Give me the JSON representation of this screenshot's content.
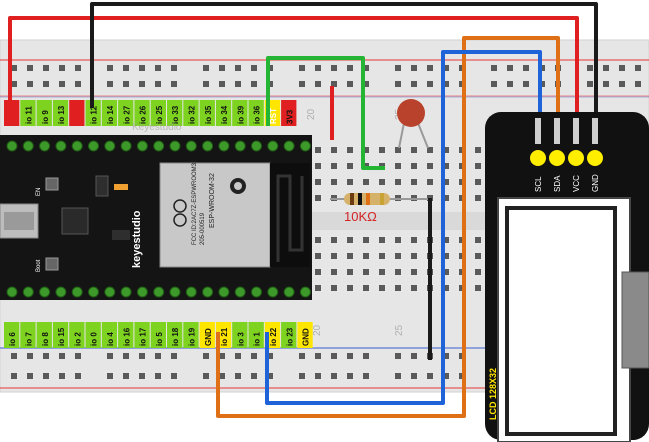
{
  "colors": {
    "breadboard": "#e6e6e6",
    "rail_red": "#e63434",
    "rail_blue": "#3a5fd0",
    "pcb": "#141414",
    "module_silver": "#c8c8c8",
    "pin_label_green": "#7ed321",
    "pin_label_yellow": "#ffe600",
    "pin_label_red": "#e02020",
    "lcd_body": "#111111",
    "lcd_screen": "#ffffff",
    "lcd_pin": "#ffee00",
    "wire_red": "#e02020",
    "wire_black": "#1a1a1a",
    "wire_green": "#25b534",
    "wire_orange": "#e07016",
    "wire_blue": "#1f63d8",
    "capacitor": "#b9422c",
    "resistor_label": "#d62424"
  },
  "board": {
    "top_pins": [
      "",
      "io 11",
      "io 9",
      "io 13",
      "",
      "io 12",
      "io 14",
      "io 27",
      "io 26",
      "io 25",
      "io 33",
      "io 32",
      "io 35",
      "io 34",
      "io 39",
      "io 36",
      "RST",
      "3V3"
    ],
    "bottom_pins": [
      "io 6",
      "io 7",
      "io 8",
      "io 15",
      "io 2",
      "io 0",
      "io 4",
      "io 16",
      "io 17",
      "io 5",
      "io 18",
      "io 19",
      "GND",
      "io 21",
      "io 3",
      "io 1",
      "io 22",
      "io 23",
      "GND"
    ],
    "left_label_en": "EN",
    "left_label_boot": "Boot",
    "brand": "keyestudio",
    "module_lines": [
      "ESP-WROOM-32",
      "FCC ID:2AC7Z-ESPWROOM32",
      "205-000519"
    ],
    "watermark": "Keyestudio"
  },
  "breadboard": {
    "column_numbers": [
      "20",
      "25",
      "20",
      "25"
    ]
  },
  "resistor": {
    "label": "10KΩ"
  },
  "lcd": {
    "pins": [
      "SCL",
      "SDA",
      "VCC",
      "GND"
    ],
    "model": "LCD 128X32"
  },
  "icons": [
    "usb-port-icon",
    "ce-mark-icon",
    "wifi-logo-icon"
  ]
}
